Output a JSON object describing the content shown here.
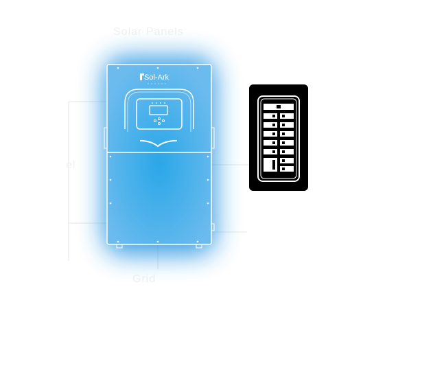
{
  "inverter": {
    "brand": "Sol-Ark",
    "body_color": "#5fb6ec",
    "glow_color": "#2e9be6",
    "outline_color": "#ffffff",
    "icon": "inverter-icon"
  },
  "breaker_panel": {
    "icon": "breaker-panel-icon",
    "panel_color": "#000000",
    "breaker_rows": 7
  },
  "labels": {
    "top_faint": "Solar Panels",
    "bottom_faint": "Grid",
    "left_faint": "el"
  }
}
